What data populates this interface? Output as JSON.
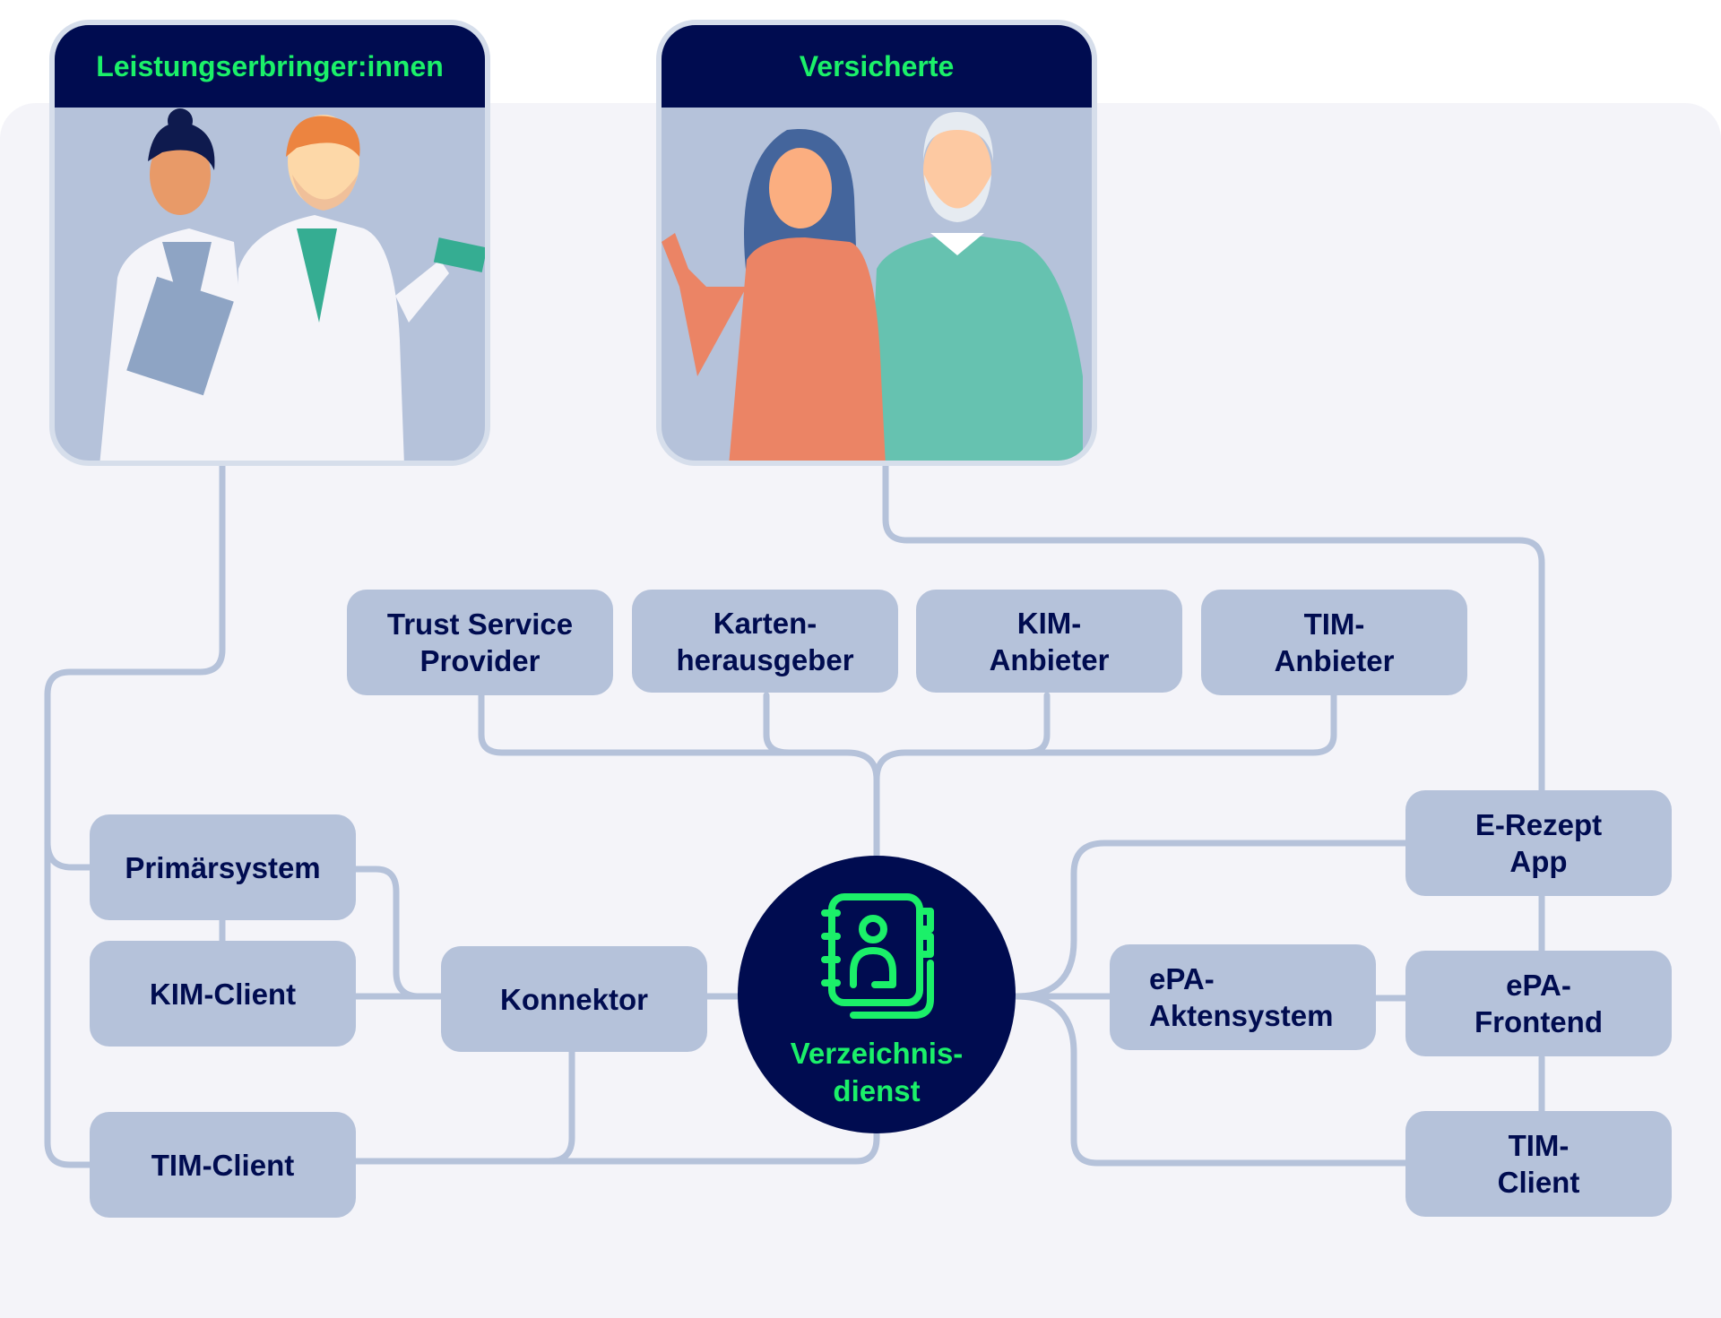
{
  "colors": {
    "navy": "#000c50",
    "green": "#1bf069",
    "box_fill": "#b5c2da",
    "line": "#b5c2da",
    "panel": "#f4f4f9"
  },
  "groups": {
    "providers": {
      "title": "Leistungserbringer:innen",
      "illustration": "two-healthcare-professionals"
    },
    "insured": {
      "title": "Versicherte",
      "illustration": "two-insured-persons"
    }
  },
  "hub": {
    "label": "Verzeichnis-\ndienst",
    "line1": "Verzeichnis-",
    "line2": "dienst",
    "icon": "address-book-icon"
  },
  "top_services": [
    {
      "line1": "Trust Service",
      "line2": "Provider"
    },
    {
      "line1": "Karten-",
      "line2": "herausgeber"
    },
    {
      "line1": "KIM-",
      "line2": "Anbieter"
    },
    {
      "line1": "TIM-",
      "line2": "Anbieter"
    }
  ],
  "left_nodes": {
    "primaersystem": "Primärsystem",
    "kim_client": "KIM-Client",
    "tim_client": "TIM-Client",
    "konnektor": "Konnektor"
  },
  "right_nodes": {
    "erezept": {
      "line1": "E-Rezept",
      "line2": "App"
    },
    "epa_akten": {
      "line1": "ePA-",
      "line2": "Aktensystem"
    },
    "epa_frontend": {
      "line1": "ePA-",
      "line2": "Frontend"
    },
    "tim_client": {
      "line1": "TIM-",
      "line2": "Client"
    }
  }
}
